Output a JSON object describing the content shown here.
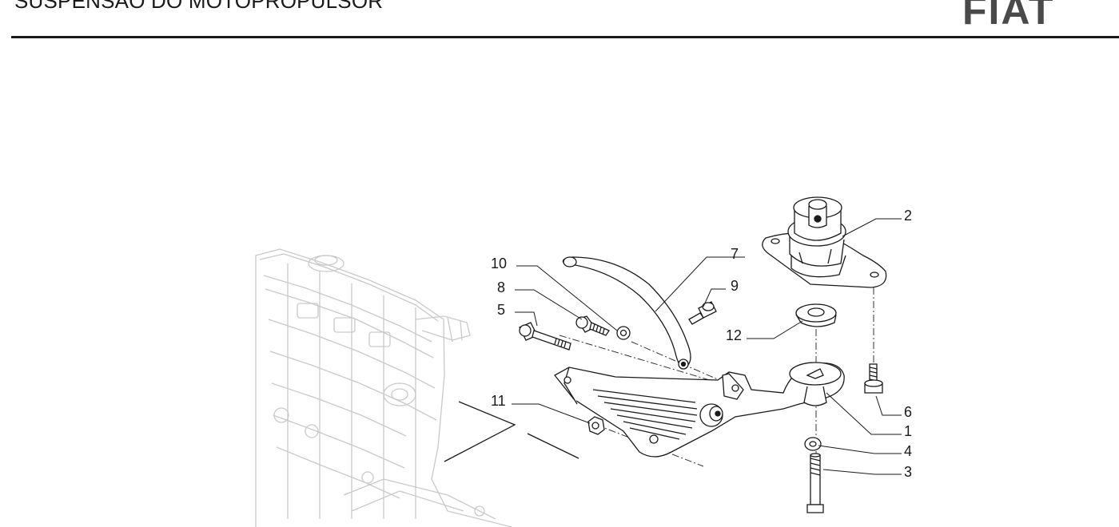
{
  "header": {
    "title": "SUSPENSÃO DO MOTOPROPULSOR",
    "brand": "FIAT"
  },
  "callouts": {
    "c1": "1",
    "c2": "2",
    "c3": "3",
    "c4": "4",
    "c5": "5",
    "c6": "6",
    "c7": "7",
    "c8": "8",
    "c9": "9",
    "c10": "10",
    "c11": "11",
    "c12": "12"
  }
}
